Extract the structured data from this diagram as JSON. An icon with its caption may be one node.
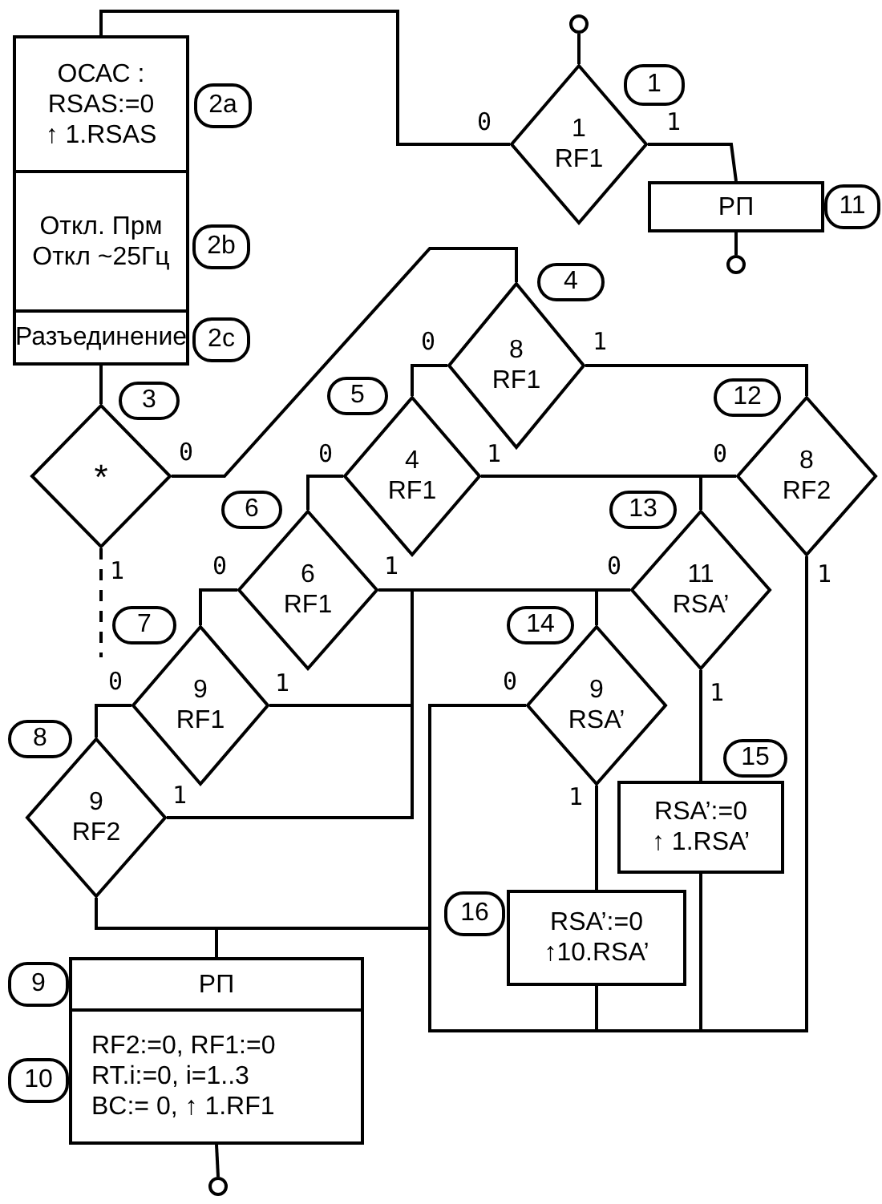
{
  "diagram": {
    "nodes": [
      {
        "text": [],
        "shape": "circle"
      },
      {
        "text": [
          "1",
          "RF1"
        ],
        "beside": [
          "1"
        ]
      },
      {
        "text": [
          "ОСАС :",
          "RSAS:=0",
          "↑ 1.RSAS"
        ],
        "beside": [
          "2a"
        ]
      },
      {
        "text": [
          "Откл. Прм",
          "Откл ~25Гц"
        ],
        "beside": [
          "2b"
        ]
      },
      {
        "text": [
          "Разъединение"
        ],
        "beside": [
          "2c"
        ]
      },
      {
        "text": [
          "РП"
        ],
        "beside": [
          "11"
        ]
      },
      {
        "text": [],
        "shape": "circle"
      },
      {
        "text": [
          "*"
        ],
        "beside": [
          "3"
        ]
      },
      {
        "text": [
          "8",
          "RF1"
        ],
        "beside": [
          "4"
        ]
      },
      {
        "text": [
          "4",
          "RF1"
        ],
        "beside": [
          "5"
        ]
      },
      {
        "text": [
          "8",
          "RF2"
        ],
        "beside": [
          "12"
        ]
      },
      {
        "text": [
          "6",
          "RF1"
        ],
        "beside": [
          "6"
        ]
      },
      {
        "text": [
          "11",
          "RSA’"
        ],
        "beside": [
          "13"
        ]
      },
      {
        "text": [
          "9",
          "RF1"
        ],
        "beside": [
          "7"
        ]
      },
      {
        "text": [
          "9",
          "RSA’"
        ],
        "beside": [
          "14"
        ]
      },
      {
        "text": [
          "9",
          "RF2"
        ],
        "beside": [
          "8"
        ]
      },
      {
        "text": [
          "RSA’:=0",
          "↑ 1.RSA’"
        ],
        "beside": [
          "15"
        ]
      },
      {
        "text": [
          "RSA’:=0",
          "↑10.RSA’"
        ],
        "beside": [
          "16"
        ]
      },
      {
        "text": [
          "РП"
        ],
        "beside": [
          "9"
        ]
      },
      {
        "text": [
          "RF2:=0, RF1:=0",
          "RT.i:=0, i=1..3",
          "BC:= 0, ↑ 1.RF1"
        ],
        "beside": [
          "10"
        ]
      },
      {
        "text": [],
        "shape": "circle"
      }
    ],
    "edges": [
      {
        "from": 0,
        "to": 1,
        "arrow": "none"
      },
      {
        "from": 1,
        "to": 2,
        "arrow": "none",
        "label": "0"
      },
      {
        "from": 1,
        "to": 5,
        "arrow": "none",
        "label": "1"
      },
      {
        "from": 5,
        "to": 6,
        "arrow": "none"
      },
      {
        "from": 4,
        "to": 7,
        "arrow": "none"
      },
      {
        "from": 7,
        "to": 8,
        "arrow": "none",
        "label": "0"
      },
      {
        "from": 7,
        "to": null,
        "arrow": "none",
        "label": "1",
        "style": "dashed"
      },
      {
        "from": 8,
        "to": 9,
        "arrow": "none",
        "label": "0"
      },
      {
        "from": 8,
        "to": 10,
        "arrow": "none",
        "label": "1"
      },
      {
        "from": 9,
        "to": 11,
        "arrow": "none",
        "label": "0"
      },
      {
        "from": 9,
        "to": 12,
        "arrow": "none",
        "label": "1"
      },
      {
        "from": 10,
        "to": 12,
        "arrow": "none",
        "label": "0"
      },
      {
        "from": 10,
        "to": 18,
        "arrow": "none",
        "label": "1"
      },
      {
        "from": 11,
        "to": 13,
        "arrow": "none",
        "label": "0"
      },
      {
        "from": 11,
        "to": 14,
        "arrow": "none",
        "label": "1"
      },
      {
        "from": 12,
        "to": 14,
        "arrow": "none",
        "label": "0"
      },
      {
        "from": 12,
        "to": 16,
        "arrow": "none",
        "label": "1"
      },
      {
        "from": 13,
        "to": 15,
        "arrow": "none",
        "label": "0"
      },
      {
        "from": 13,
        "to": 14,
        "arrow": "none",
        "label": "1"
      },
      {
        "from": 15,
        "to": 14,
        "arrow": "none",
        "label": "1"
      },
      {
        "from": 15,
        "to": 18,
        "arrow": "none"
      },
      {
        "from": 14,
        "to": 18,
        "arrow": "none",
        "label": "0"
      },
      {
        "from": 14,
        "to": 17,
        "arrow": "none",
        "label": "1"
      },
      {
        "from": 16,
        "to": 18,
        "arrow": "none"
      },
      {
        "from": 17,
        "to": 18,
        "arrow": "none"
      },
      {
        "from": 19,
        "to": 20,
        "arrow": "none"
      }
    ]
  }
}
